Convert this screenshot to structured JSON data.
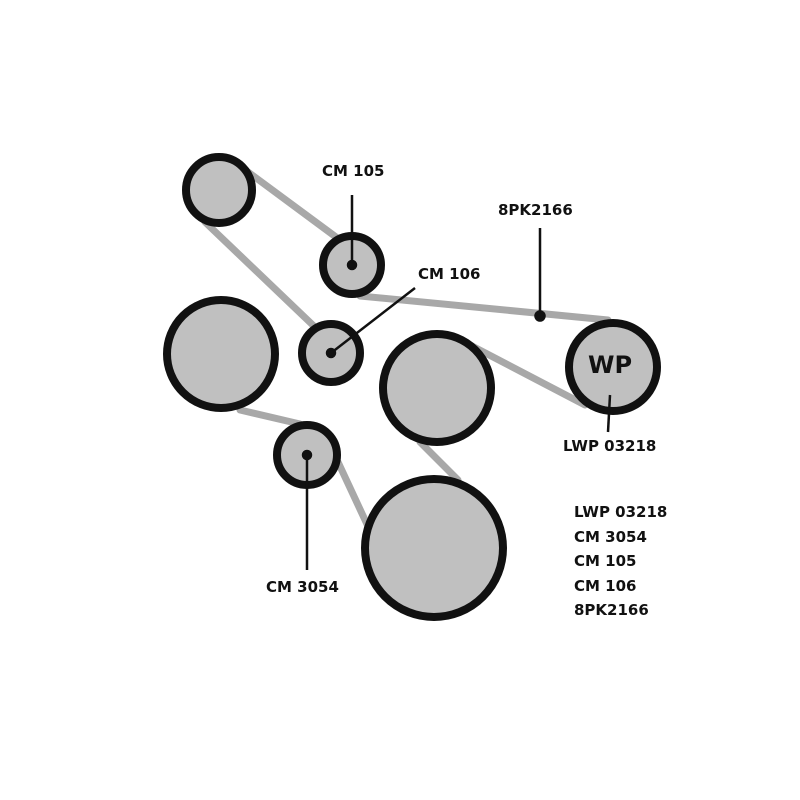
{
  "labels": {
    "cm105": "CM 105",
    "cm106": "CM 106",
    "belt": "8PK2166",
    "wp_part": "LWP 03218",
    "cm3054": "CM 3054",
    "wp_text": "WP"
  },
  "parts_list": [
    "LWP 03218",
    "CM 3054",
    "CM 105",
    "CM 106",
    "8PK2166"
  ],
  "colors": {
    "pulley_fill": "#c0c0c0",
    "pulley_stroke": "#111111",
    "belt": "#a8a8a8"
  }
}
